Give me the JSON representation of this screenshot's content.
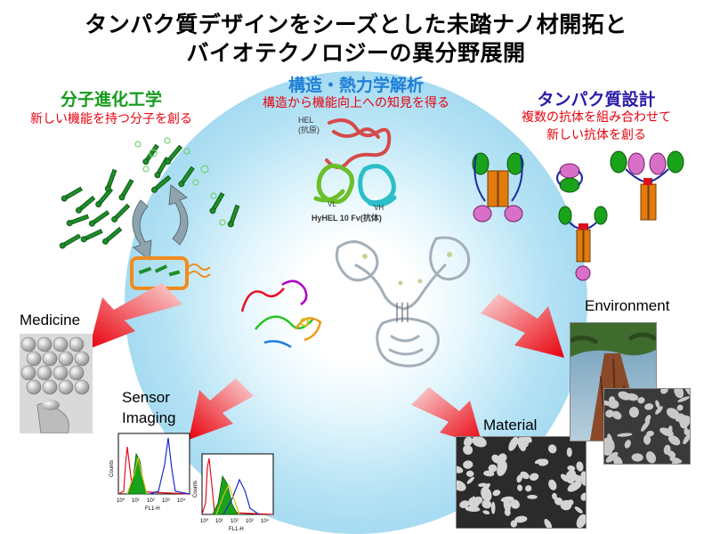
{
  "title": {
    "line1": "タンパク質デザインをシーズとした未踏ナノ材開拓と",
    "line2": "バイオテクノロジーの異分野展開"
  },
  "sections": {
    "evolution": {
      "heading": "分子進化工学",
      "desc": "新しい機能を持つ分子を創る",
      "heading_color": "#139b1b"
    },
    "structure": {
      "heading": "構造・熱力学解析",
      "desc": "構造から機能向上への知見を得る",
      "heading_color": "#1f7fd6"
    },
    "design": {
      "heading": "タンパク質設計",
      "desc_line1": "複数の抗体を組み合わせて",
      "desc_line2": "新しい抗体を創る",
      "heading_color": "#2a1ca8"
    }
  },
  "structure_labels": {
    "hel": "HEL",
    "hel_sub": "(抗原)",
    "vl": "VL",
    "vh": "VH",
    "fv": "HyHEL 10 Fv(抗体)"
  },
  "applications": {
    "medicine": "Medicine",
    "sensor_line1": "Sensor",
    "sensor_line2": "Imaging",
    "material": "Material",
    "environment": "Environment"
  },
  "histogram": {
    "xlabel": "FL1-H",
    "ylabel": "Counts",
    "ticks": [
      "10⁰",
      "10¹",
      "10²",
      "10³",
      "10⁴"
    ]
  },
  "colors": {
    "arrow": "#e8000c",
    "glow": "#9dd6ef",
    "antibody_hinge": "#e07b0f",
    "antibody_green": "#1aa31a",
    "antibody_pink": "#d870c8"
  }
}
